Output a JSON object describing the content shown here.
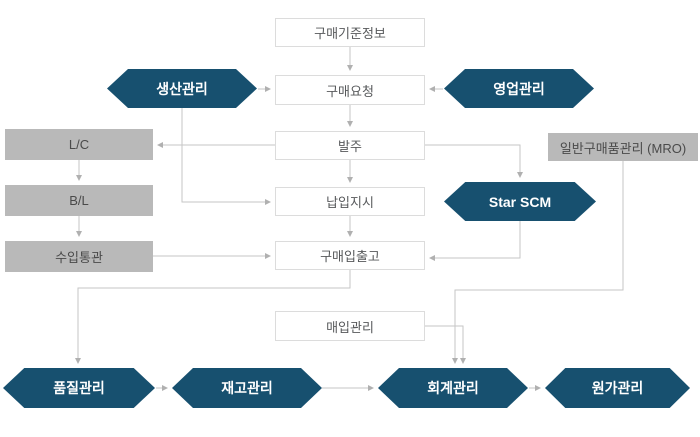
{
  "diagram": {
    "description": "Purchasing process flow diagram",
    "colors": {
      "module_hexagon": "#17506f",
      "external_box_bg": "#b9b9b9",
      "process_box_border": "#dcdcdc",
      "process_text": "#57595b",
      "connector_line": "#c6c6c6",
      "connector_arrow": "#b0b0b0"
    },
    "nodes": {
      "purchase_base_info": {
        "label": "구매기준정보",
        "type": "process"
      },
      "production": {
        "label": "생산관리",
        "type": "module"
      },
      "purchase_request": {
        "label": "구매요청",
        "type": "process"
      },
      "sales": {
        "label": "영업관리",
        "type": "module"
      },
      "lc": {
        "label": "L/C",
        "type": "external"
      },
      "order": {
        "label": "발주",
        "type": "process"
      },
      "mro": {
        "label": "일반구매품관리 (MRO)",
        "type": "external"
      },
      "bl": {
        "label": "B/L",
        "type": "external"
      },
      "delivery_instruction": {
        "label": "납입지시",
        "type": "process"
      },
      "star_scm": {
        "label": "Star SCM",
        "type": "module"
      },
      "import_customs": {
        "label": "수입통관",
        "type": "external"
      },
      "purchase_in_out": {
        "label": "구매입출고",
        "type": "process"
      },
      "purchase_ledger": {
        "label": "매입관리",
        "type": "process"
      },
      "quality": {
        "label": "품질관리",
        "type": "module"
      },
      "inventory": {
        "label": "재고관리",
        "type": "module"
      },
      "accounting": {
        "label": "회계관리",
        "type": "module"
      },
      "cost": {
        "label": "원가관리",
        "type": "module"
      }
    },
    "edges": [
      {
        "from": "purchase_base_info",
        "to": "purchase_request"
      },
      {
        "from": "production",
        "to": "purchase_request"
      },
      {
        "from": "sales",
        "to": "purchase_request"
      },
      {
        "from": "purchase_request",
        "to": "order"
      },
      {
        "from": "order",
        "to": "lc"
      },
      {
        "from": "order",
        "to": "star_scm"
      },
      {
        "from": "order",
        "to": "delivery_instruction"
      },
      {
        "from": "production",
        "to": "delivery_instruction"
      },
      {
        "from": "lc",
        "to": "bl"
      },
      {
        "from": "bl",
        "to": "import_customs"
      },
      {
        "from": "import_customs",
        "to": "purchase_in_out"
      },
      {
        "from": "delivery_instruction",
        "to": "purchase_in_out"
      },
      {
        "from": "star_scm",
        "to": "purchase_in_out"
      },
      {
        "from": "purchase_in_out",
        "to": "quality"
      },
      {
        "from": "mro",
        "to": "accounting"
      },
      {
        "from": "purchase_ledger",
        "to": "accounting"
      },
      {
        "from": "quality",
        "to": "inventory"
      },
      {
        "from": "inventory",
        "to": "accounting"
      },
      {
        "from": "accounting",
        "to": "cost"
      }
    ]
  }
}
